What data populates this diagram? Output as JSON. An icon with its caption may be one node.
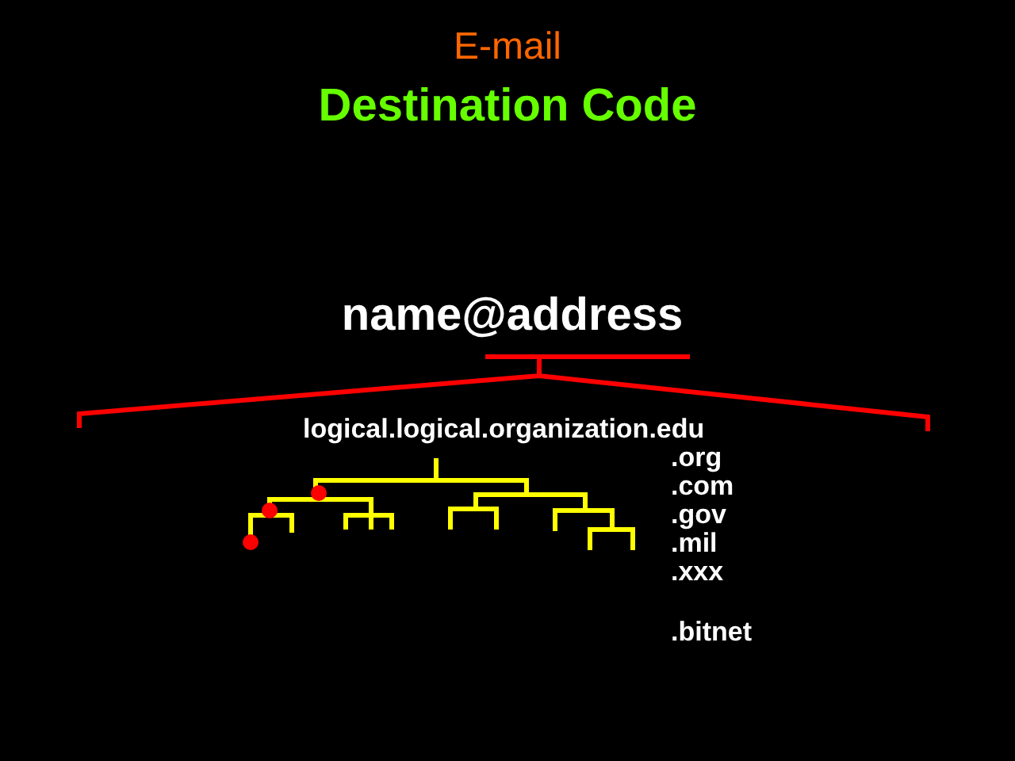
{
  "diagram": {
    "title": "E-mail",
    "labels": [
      "Destination Code",
      "name@address",
      "logical.logical.organization.edu",
      ".org",
      ".com",
      ".gov",
      ".mil",
      ".xxx",
      ".bitnet"
    ]
  }
}
